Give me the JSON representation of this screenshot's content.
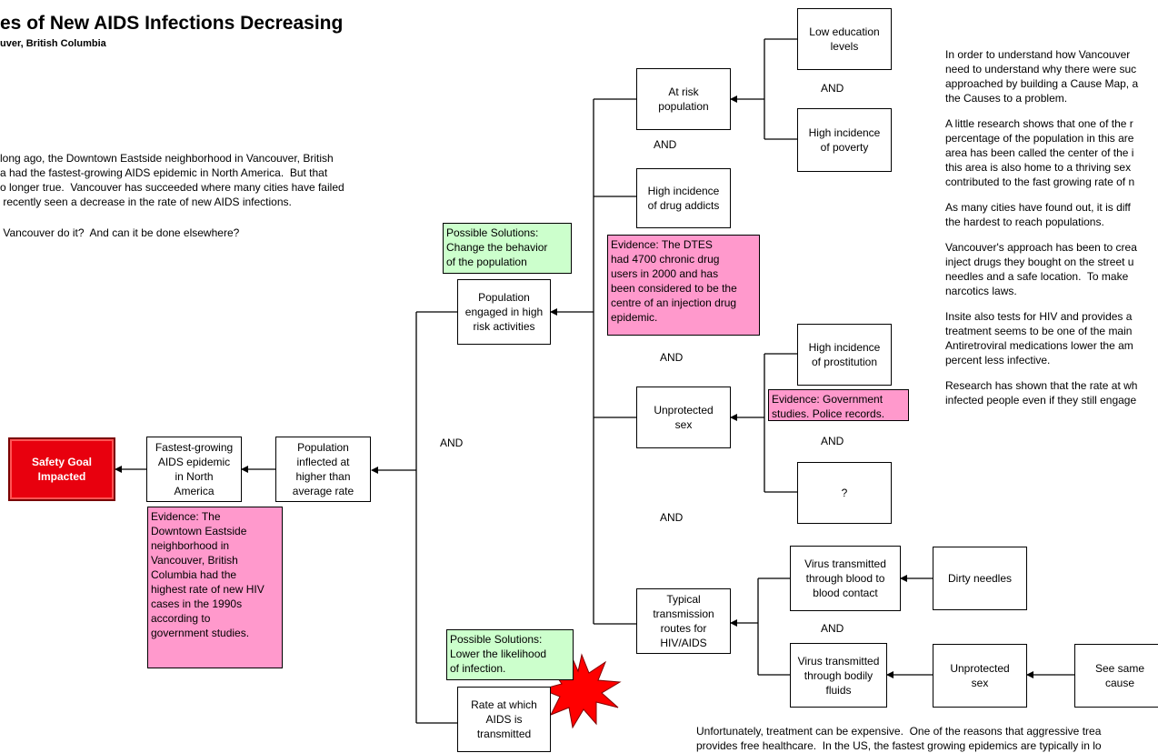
{
  "header": {
    "title": "es of New AIDS Infections Decreasing",
    "subtitle": "uver, British Columbia"
  },
  "intro": {
    "paragraph1": [
      "long ago, the Downtown Eastside neighborhood in Vancouver, British",
      "a had the fastest-growing AIDS epidemic in North America.  But that",
      "o longer true.  Vancouver has succeeded where many cities have failed",
      " recently seen a decrease in the rate of new AIDS infections."
    ],
    "paragraph2": " Vancouver do it?  And can it be done elsewhere?"
  },
  "diagram": {
    "goal": "Safety Goal\nImpacted",
    "fastest": "Fastest-growing\nAIDS epidemic\nin North\nAmerica",
    "evidence_fastest": "Evidence:  The\nDowntown Eastside\nneighborhood in\nVancouver, British\nColumbia had the\nhighest rate of new HIV\ncases in the 1990s\naccording to\ngovernment studies.",
    "population_inflected": "Population\ninflected at\nhigher than\naverage rate",
    "and_main": "AND",
    "solution_behavior": "Possible Solutions:\nChange the behavior\nof the population",
    "high_risk": "Population\nengaged in high\nrisk activities",
    "solution_infection": "Possible Solutions:\nLower the likelihood\nof infection.",
    "rate_transmitted": "Rate at which\nAIDS is\ntransmitted",
    "at_risk": "At risk\npopulation",
    "and_1": "AND",
    "low_education": "Low education\nlevels",
    "and_2": "AND",
    "poverty": "High incidence\nof poverty",
    "drug_addicts": "High incidence\nof  drug addicts",
    "evidence_drugs": "Evidence:  The DTES\nhad 4700 chronic drug\nusers in 2000 and has\nbeen considered to be the\ncentre of an injection drug\nepidemic.",
    "and_3": "AND",
    "unprotected_sex": "Unprotected\nsex",
    "prostitution": "High incidence\nof prostitution",
    "evidence_prostitution": "Evidence:  Government\nstudies.  Police records.",
    "and_4": "AND",
    "unknown": "?",
    "and_5": "AND",
    "transmission_routes": "Typical\ntransmission\nroutes for\nHIV/AIDS",
    "blood_contact": "Virus transmitted\nthrough blood to\nblood contact",
    "dirty_needles": "Dirty needles",
    "and_6": "AND",
    "bodily_fluids": "Virus transmitted\nthrough bodily\nfluids",
    "unprotected_sex_2": "Unprotected\nsex",
    "see_same_cause": "See same\ncause"
  },
  "right_text": {
    "p1": [
      "In order to understand how Vancouver",
      "need to understand why there were suc",
      "approached by building a Cause Map, a",
      "the Causes to a problem."
    ],
    "p2": [
      "A little research shows that one of the r",
      "percentage of the population in this are",
      "area has been called the center of the i",
      "this area is also home to a thriving sex",
      "contributed to the fast growing rate of n"
    ],
    "p3": [
      "As many cities have found out, it is diff",
      "the hardest to reach populations."
    ],
    "p4": [
      "Vancouver's approach has been to crea",
      "inject drugs they bought on the street u",
      "needles and a safe location.  To make",
      "narcotics laws."
    ],
    "p5": [
      "Insite also tests for HIV and provides a",
      "treatment seems to be one of the main",
      "Antiretroviral medications lower the am",
      "percent less infective."
    ],
    "p6": [
      "Research has shown that the rate at wh",
      "infected people even if they still engage"
    ]
  },
  "bottom_text": [
    "Unfortunately, treatment can be expensive.  One of the reasons that aggressive trea",
    "provides free healthcare.  In the US, the fastest growing epidemics are typically in lo"
  ],
  "colors": {
    "goal": "#e8000e",
    "evidence": "#ff99cc",
    "solution": "#ccffcc",
    "burst": "#ff0000"
  }
}
